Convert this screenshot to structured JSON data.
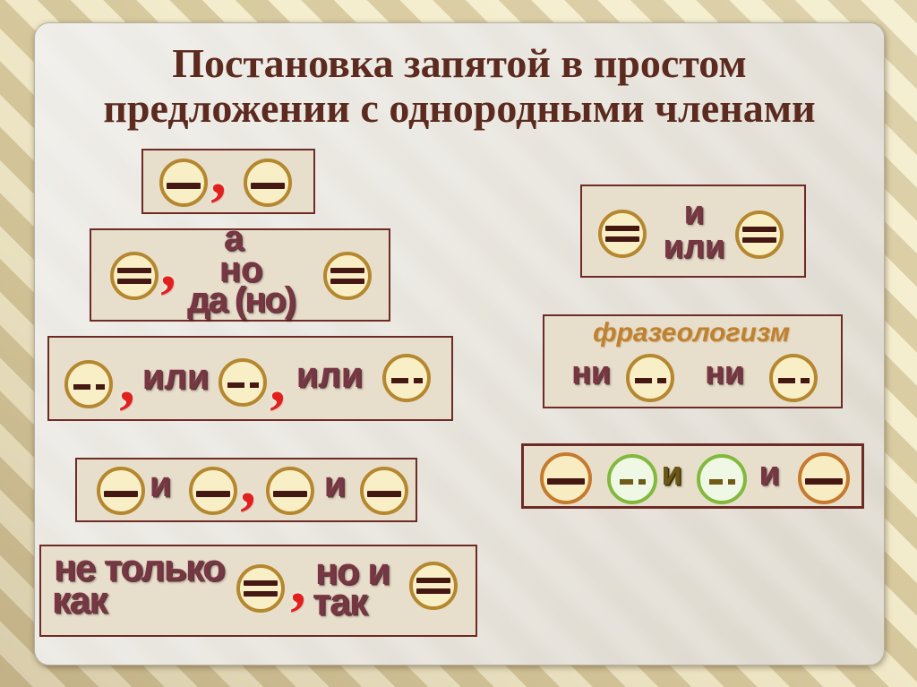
{
  "title": {
    "line1": "Постановка запятой в простом",
    "line2": "предложении с однородными членами"
  },
  "symbols": {
    "comma": ","
  },
  "boxes": {
    "adversative": {
      "w1": "а",
      "w2": "но",
      "w3": "да (но)"
    },
    "repeating_or": {
      "or1": "или",
      "or2": "или"
    },
    "pairwise_and": {
      "and1": "и",
      "and2": "и"
    },
    "double_conjunction": {
      "l1": "не только",
      "l2": "как",
      "r1": "но и",
      "r2": "так"
    },
    "single_and_or": {
      "top": "и",
      "bottom": "или"
    },
    "phraseology": {
      "label": "фразеологизм",
      "ni1": "ни",
      "ni2": "ни"
    },
    "grouped_and": {
      "and1": "и",
      "and2": "и"
    }
  },
  "colors": {
    "box_border": "#6e2b26",
    "box_fill": "#e7dfcb",
    "circle_border": "#b5872e",
    "circle_fill": "#f9efc7",
    "green_circle_border": "#82b93c",
    "comma_red": "#e2201e",
    "word_maroon": "#713440",
    "title_brown": "#5c2a1e"
  }
}
